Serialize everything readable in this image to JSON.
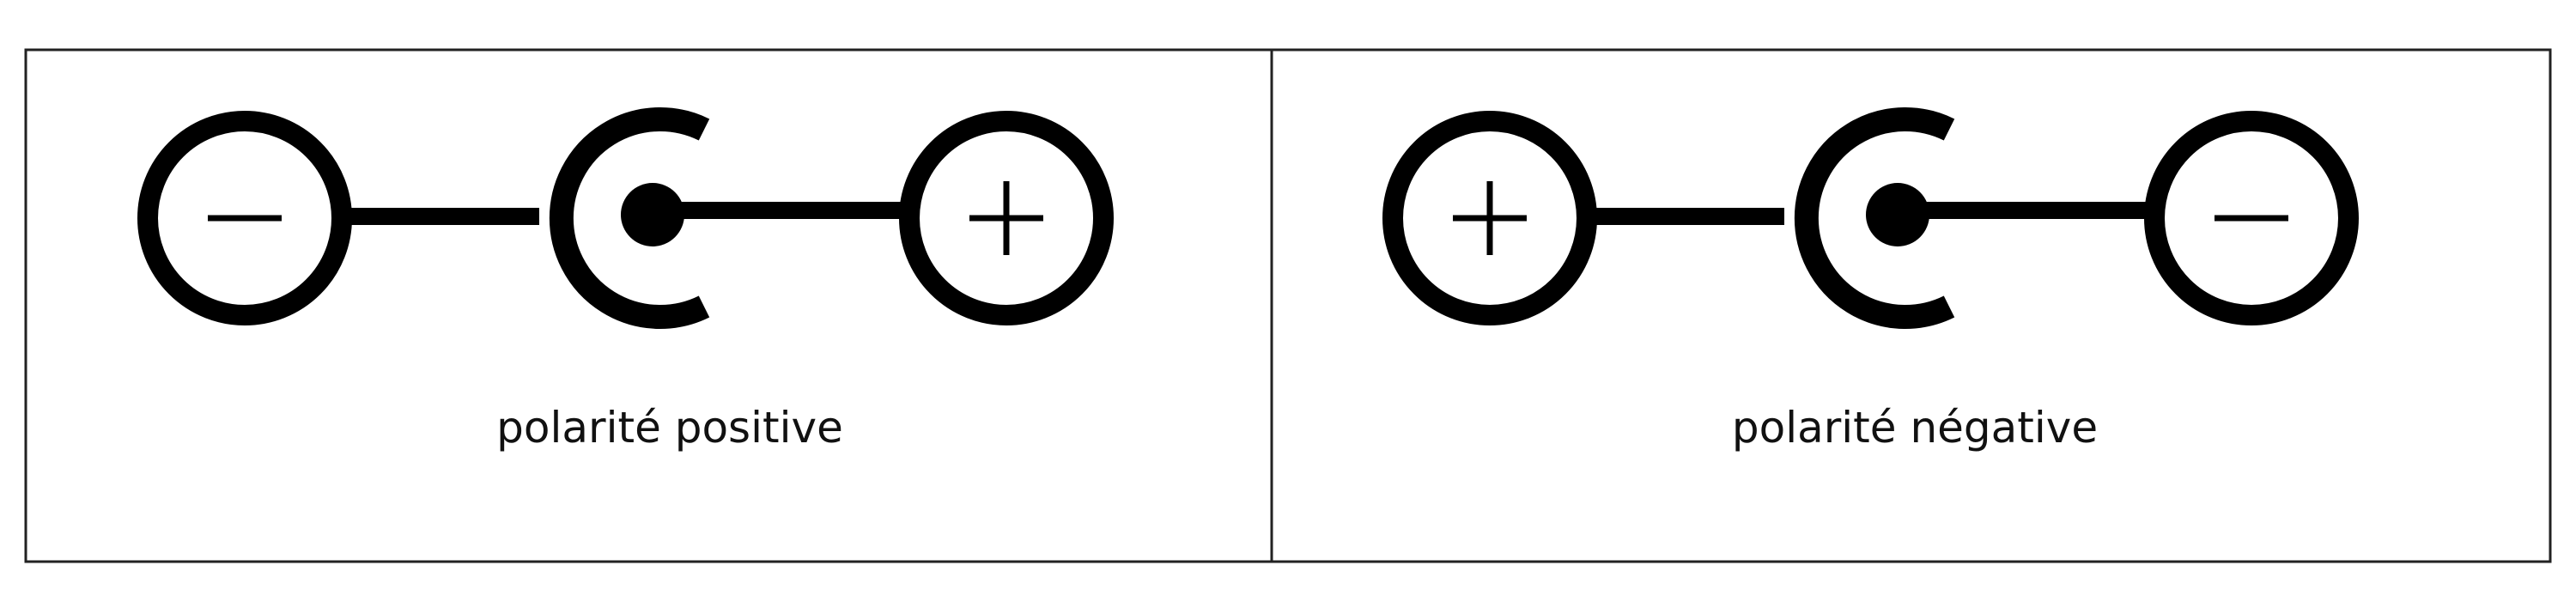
{
  "panels": [
    {
      "caption": "polarité positive",
      "left_symbol": "minus",
      "right_symbol": "plus"
    },
    {
      "caption": "polarité négative",
      "left_symbol": "plus",
      "right_symbol": "minus"
    }
  ],
  "colors": {
    "ink": "#000000",
    "frame": "#222222",
    "background": "#ffffff"
  },
  "icons": {
    "plus": "plus-icon",
    "minus": "minus-icon",
    "center": "barrel-connector-icon"
  }
}
